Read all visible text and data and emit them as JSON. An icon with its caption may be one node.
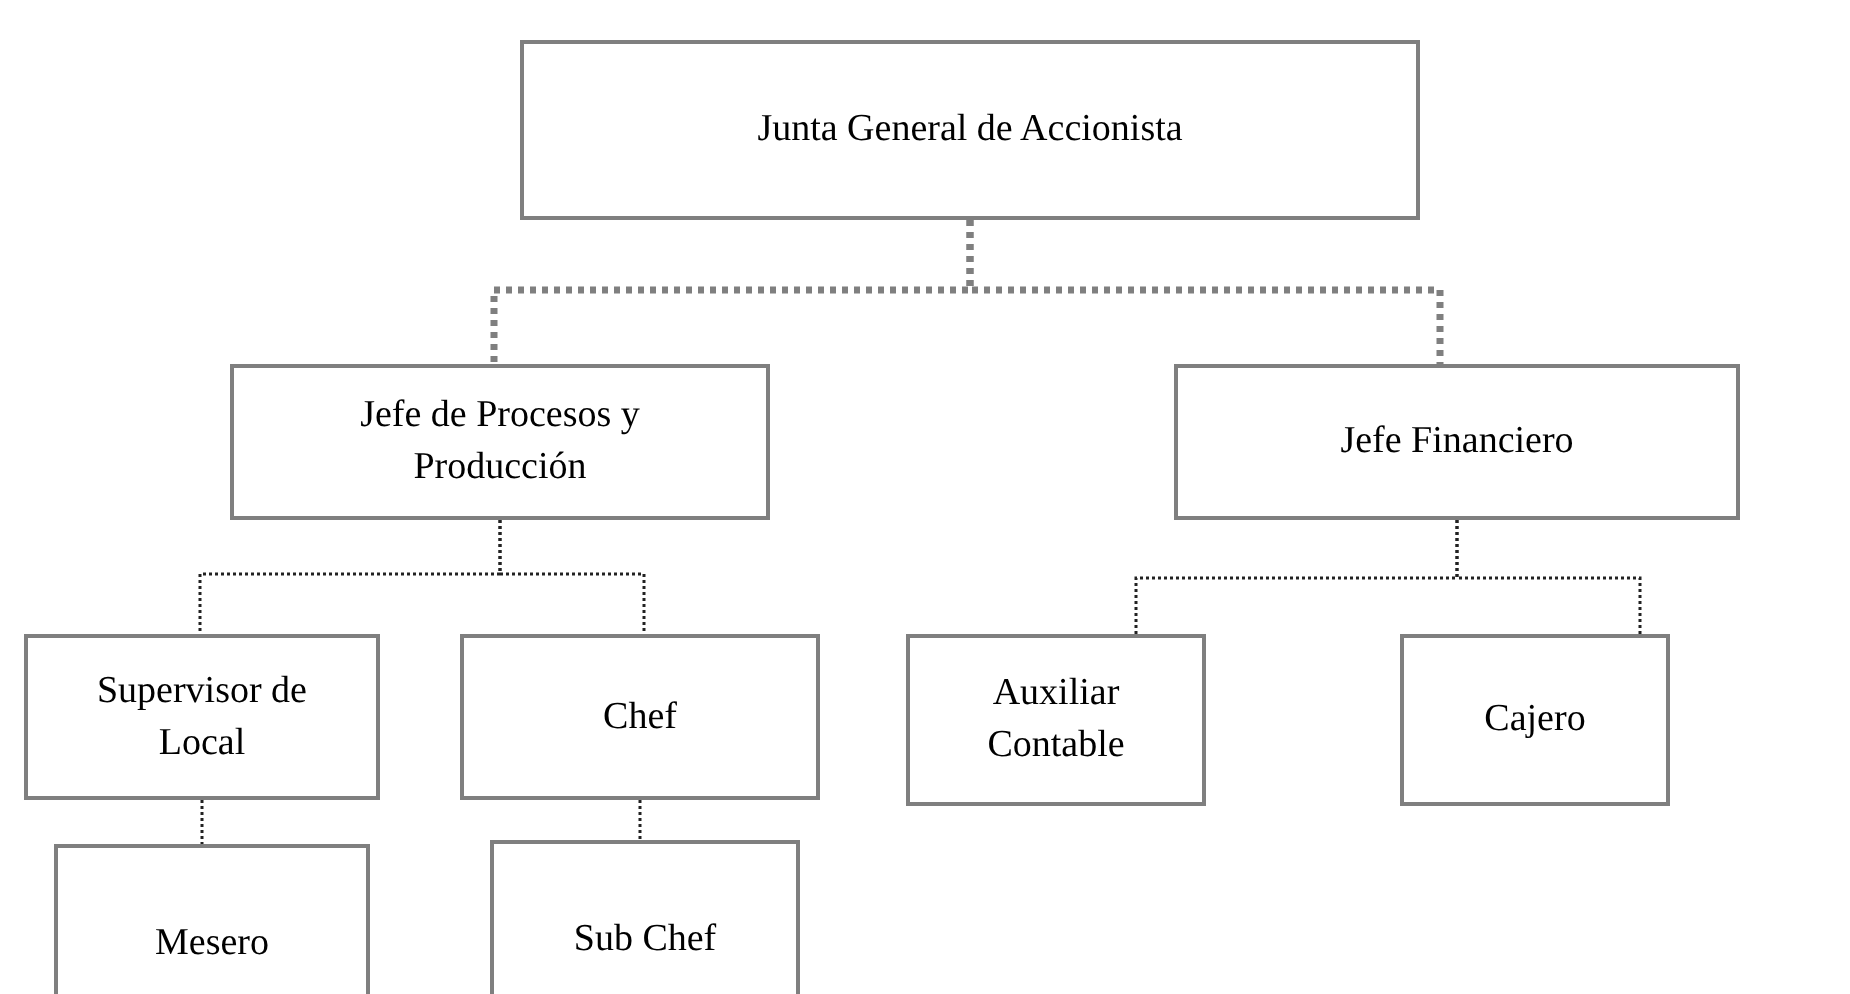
{
  "diagram": {
    "nodes": [
      {
        "text": [
          "Junta General de Accionista"
        ]
      },
      {
        "text": [
          "Jefe de Procesos y Producción"
        ]
      },
      {
        "text": [
          "Jefe Financiero"
        ]
      },
      {
        "text": [
          "Supervisor de Local"
        ]
      },
      {
        "text": [
          "Chef"
        ]
      },
      {
        "text": [
          "Mesero"
        ]
      },
      {
        "text": [
          "Sub Chef"
        ]
      },
      {
        "text": [
          "Auxiliar Contable"
        ]
      },
      {
        "text": [
          "Cajero"
        ]
      }
    ],
    "edges": [
      {
        "from": 0,
        "to": 1,
        "arrow": "none",
        "style": "dashed",
        "color": "#7f7f7f"
      },
      {
        "from": 0,
        "to": 2,
        "arrow": "none",
        "style": "dashed",
        "color": "#7f7f7f"
      },
      {
        "from": 1,
        "to": 3,
        "arrow": "none",
        "style": "dashed"
      },
      {
        "from": 1,
        "to": 4,
        "arrow": "none",
        "style": "dashed"
      },
      {
        "from": 3,
        "to": 5,
        "arrow": "none",
        "style": "dashed"
      },
      {
        "from": 4,
        "to": 6,
        "arrow": "none",
        "style": "dashed"
      },
      {
        "from": 2,
        "to": 7,
        "arrow": "none",
        "style": "dashed"
      },
      {
        "from": 2,
        "to": 8,
        "arrow": "none",
        "style": "dashed"
      }
    ]
  }
}
